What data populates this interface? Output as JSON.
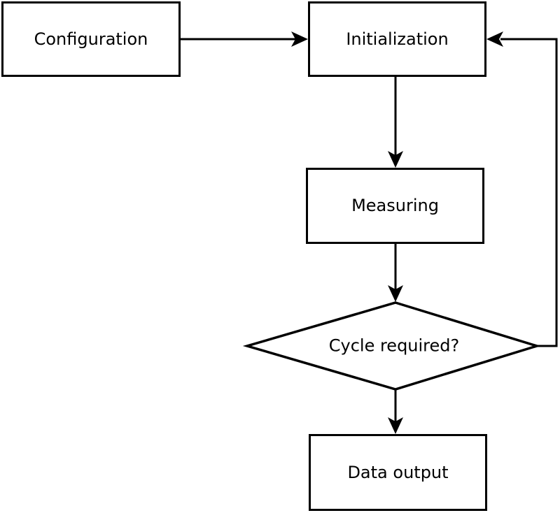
{
  "diagram": {
    "type": "flowchart",
    "background_color": "#ffffff",
    "stroke_color": "#000000",
    "node_fill_color": "#ffffff",
    "nodes": [
      {
        "id": "configuration",
        "label": "Configuration",
        "shape": "rectangle"
      },
      {
        "id": "initialization",
        "label": "Initialization",
        "shape": "rectangle"
      },
      {
        "id": "measuring",
        "label": "Measuring",
        "shape": "rectangle"
      },
      {
        "id": "cycle-required",
        "label": "Cycle required?",
        "shape": "diamond"
      },
      {
        "id": "data-output",
        "label": "Data output",
        "shape": "rectangle"
      }
    ],
    "edges": [
      {
        "from": "configuration",
        "to": "initialization",
        "direction": "right"
      },
      {
        "from": "initialization",
        "to": "measuring",
        "direction": "down"
      },
      {
        "from": "measuring",
        "to": "cycle-required",
        "direction": "down"
      },
      {
        "from": "cycle-required",
        "to": "data-output",
        "direction": "down"
      },
      {
        "from": "cycle-required",
        "to": "initialization",
        "direction": "loop-right-up"
      }
    ]
  }
}
